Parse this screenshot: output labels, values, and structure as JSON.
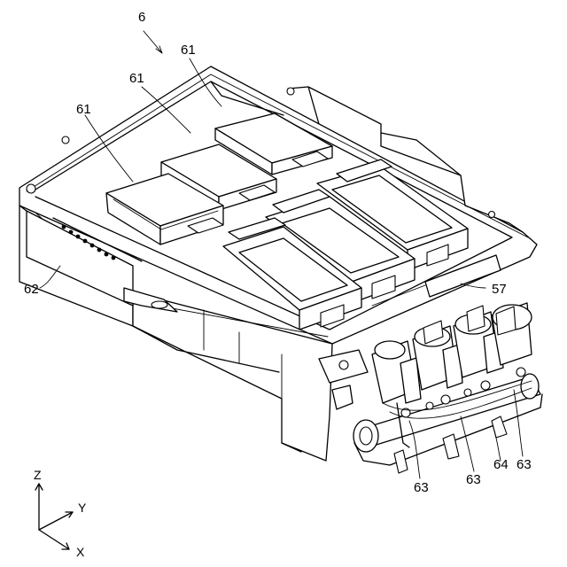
{
  "figure": {
    "labels": {
      "assembly": "6",
      "module_1": "61",
      "module_2": "61",
      "module_3": "61",
      "frame": "62",
      "side_bracket": "57",
      "terminal_1": "63",
      "terminal_2": "63",
      "terminal_3": "63",
      "busbar": "64"
    },
    "axes": {
      "z": "Z",
      "y": "Y",
      "x": "X"
    }
  }
}
